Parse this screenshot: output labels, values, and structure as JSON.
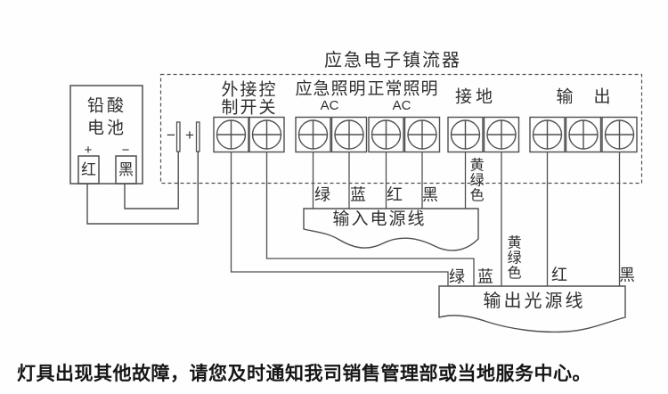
{
  "colors": {
    "ink": "#4f4f4f",
    "text": "#2f2f2f"
  },
  "title": "应急电子镇流器",
  "battery": {
    "name_line1": "铅酸",
    "name_line2": "电池",
    "positive_sign": "+",
    "negative_sign": "−",
    "positive_terminal": "红",
    "negative_terminal": "黑"
  },
  "ballast_battery_symbol": {
    "minus": "−",
    "plus": "+"
  },
  "terminal_groups": {
    "external_control_switch": {
      "line1": "外接控",
      "line2": "制开关"
    },
    "emergency_lighting": {
      "label": "应急照明",
      "sub": "AC"
    },
    "normal_lighting": {
      "label": "正常照明",
      "sub": "AC"
    },
    "ground": {
      "label": "接地"
    },
    "output": {
      "label": "输　出"
    }
  },
  "wire_labels": {
    "input_green": "绿",
    "input_blue": "蓝",
    "input_red": "红",
    "input_black": "黑",
    "ground_to_input": "黄绿色",
    "ground_to_output": "黄绿色",
    "output_green": "绿",
    "output_blue": "蓝",
    "output_red": "红",
    "output_black": "黑"
  },
  "cable_boxes": {
    "input_power": "输入电源线",
    "output_light": "输出光源线"
  },
  "footer_note": "灯具出现其他故障，请您及时通知我司销售管理部或当地服务中心。"
}
